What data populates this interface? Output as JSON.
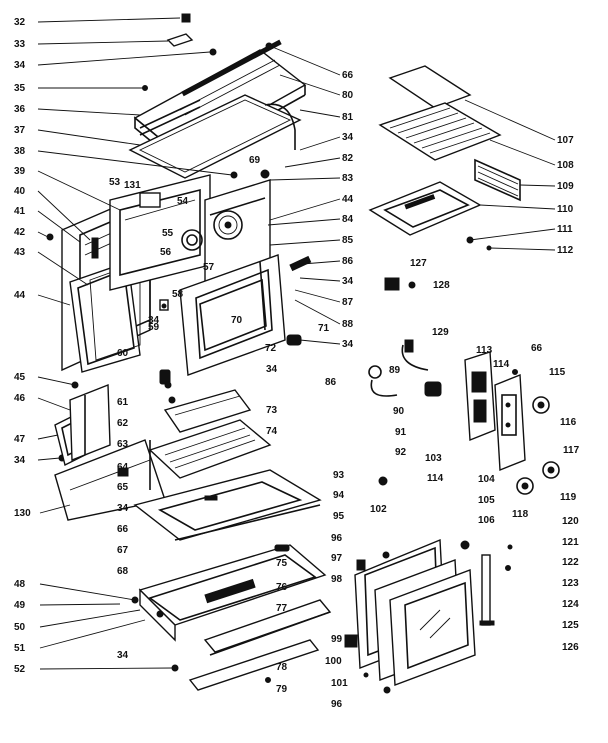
{
  "diagram": {
    "callouts_left": [
      "32",
      "33",
      "34",
      "35",
      "36",
      "37",
      "38",
      "39",
      "40",
      "41",
      "42",
      "43",
      "44",
      "45",
      "46",
      "47",
      "34",
      "130",
      "48",
      "49",
      "50",
      "51",
      "52"
    ],
    "callouts_mid": [
      "53",
      "131",
      "54",
      "55",
      "56",
      "57",
      "58",
      "59",
      "34",
      "70",
      "72",
      "60",
      "61",
      "62",
      "63",
      "64",
      "65",
      "34",
      "66",
      "67",
      "68",
      "34",
      "75",
      "76",
      "77",
      "78",
      "79",
      "73",
      "74",
      "93",
      "94",
      "95",
      "34",
      "69",
      "86"
    ],
    "callouts_right_top": [
      "66",
      "80",
      "81",
      "34",
      "82",
      "83",
      "44",
      "84",
      "85",
      "86",
      "34",
      "87",
      "88",
      "71",
      "34",
      "127",
      "128",
      "107",
      "108",
      "109",
      "110",
      "111",
      "112"
    ],
    "callouts_right_bottom": [
      "129",
      "89",
      "113",
      "114",
      "66",
      "115",
      "90",
      "91",
      "92",
      "103",
      "116",
      "117",
      "114",
      "118",
      "119",
      "102",
      "104",
      "105",
      "106",
      "120",
      "121",
      "122",
      "123",
      "124",
      "125",
      "126",
      "96",
      "97",
      "98",
      "99",
      "100",
      "101",
      "96"
    ]
  }
}
